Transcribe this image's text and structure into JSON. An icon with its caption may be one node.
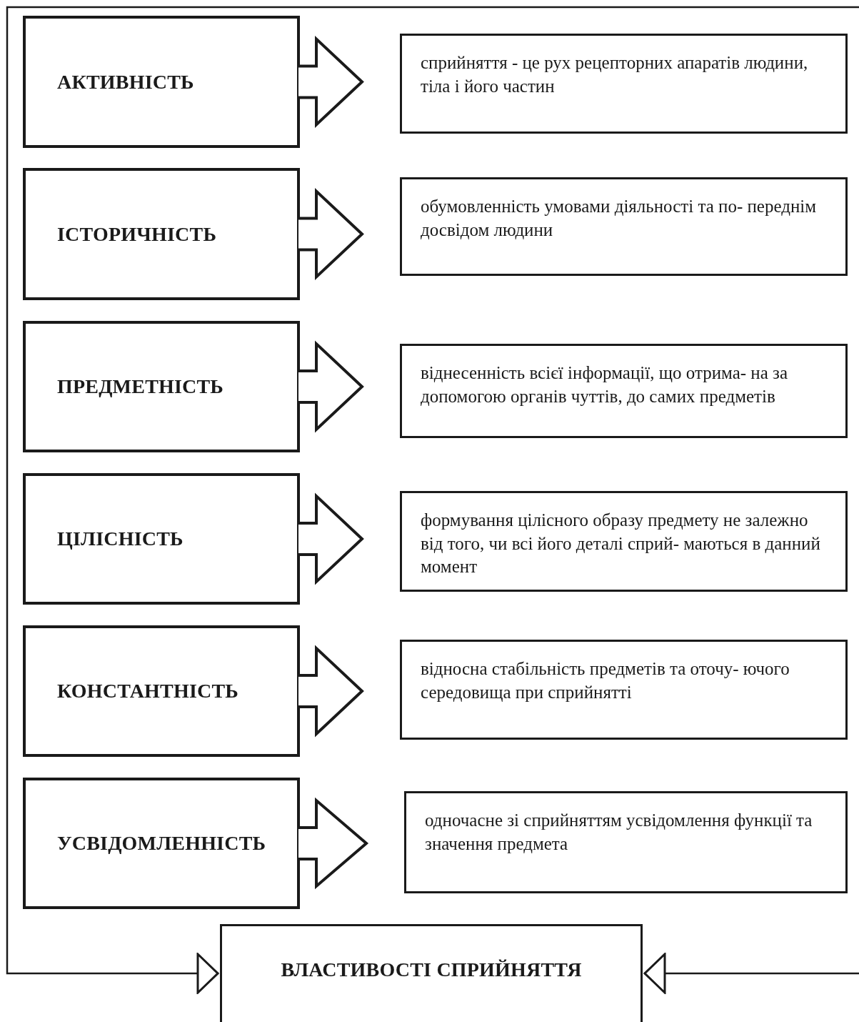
{
  "diagram": {
    "nodes": [
      {
        "text": [
          "АКТИВНІСТЬ"
        ]
      },
      {
        "text": [
          "сприйняття - це рух рецепторних апаратів людини, тіла і його частин"
        ]
      },
      {
        "text": [
          "ІСТОРИЧНІСТЬ"
        ]
      },
      {
        "text": [
          "обумовленність умовами діяльності та по- переднім досвідом людини"
        ]
      },
      {
        "text": [
          "ПРЕДМЕТНІСТЬ"
        ]
      },
      {
        "text": [
          "віднесенність всієї  інформації, що отрима- на за допомогою органів чуттів, до самих предметів"
        ]
      },
      {
        "text": [
          "ЦІЛІСНІСТЬ"
        ]
      },
      {
        "text": [
          "формування цілісного образу предмету не залежно від того, чи всі його деталі сприй- маються в данний момент"
        ]
      },
      {
        "text": [
          "КОНСТАНТНІСТЬ"
        ]
      },
      {
        "text": [
          "відносна стабільність предметів та оточу- ючого середовища при сприйнятті"
        ]
      },
      {
        "text": [
          "УСВІДОМЛЕННІСТЬ"
        ]
      },
      {
        "text": [
          "одночасне зі сприйняттям усвідомлення функції та значення предмета"
        ]
      },
      {
        "text": [
          "ВЛАСТИВОСТІ СПРИЙНЯТТЯ"
        ]
      }
    ],
    "edges": [
      {
        "from": 0,
        "to": 1,
        "arrow": "to",
        "style": "thick"
      },
      {
        "from": 2,
        "to": 3,
        "arrow": "to",
        "style": "thick"
      },
      {
        "from": 4,
        "to": 5,
        "arrow": "to",
        "style": "thick"
      },
      {
        "from": 6,
        "to": 7,
        "arrow": "to",
        "style": "thick"
      },
      {
        "from": 8,
        "to": 9,
        "arrow": "to",
        "style": "thick"
      },
      {
        "from": 10,
        "to": 11,
        "arrow": "to",
        "style": "thick"
      },
      {
        "from": null,
        "to": 12,
        "arrow": "to"
      },
      {
        "from": null,
        "to": 12,
        "arrow": "to"
      }
    ]
  }
}
